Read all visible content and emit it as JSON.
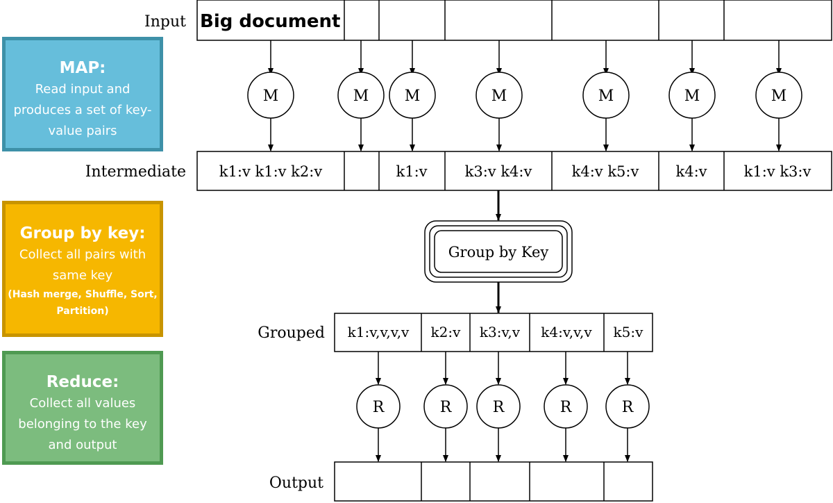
{
  "sidebar": {
    "map": {
      "title": "MAP:",
      "description": "Read input and produces a set of key-value pairs"
    },
    "group": {
      "title": "Group by key:",
      "description": "Collect all pairs with same key",
      "note": "(Hash merge, Shuffle, Sort, Partition)"
    },
    "reduce": {
      "title": "Reduce:",
      "description": "Collect all values belonging to the key and output"
    }
  },
  "rows": {
    "input_label": "Input",
    "intermediate_label": "Intermediate",
    "grouped_label": "Grouped",
    "output_label": "Output"
  },
  "input_cells": [
    "Big document",
    "",
    "",
    "",
    "",
    "",
    ""
  ],
  "map_node_label": "M",
  "intermediate_cells": [
    "k1:v k1:v k2:v",
    "",
    "k1:v",
    "k3:v k4:v",
    "k4:v k5:v",
    "k4:v",
    "k1:v k3:v"
  ],
  "group_node_label": "Group by Key",
  "grouped_cells": [
    "k1:v,v,v,v",
    "k2:v",
    "k3:v,v",
    "k4:v,v,v",
    "k5:v"
  ],
  "reduce_node_label": "R",
  "output_cells": [
    "",
    "",
    "",
    "",
    ""
  ]
}
